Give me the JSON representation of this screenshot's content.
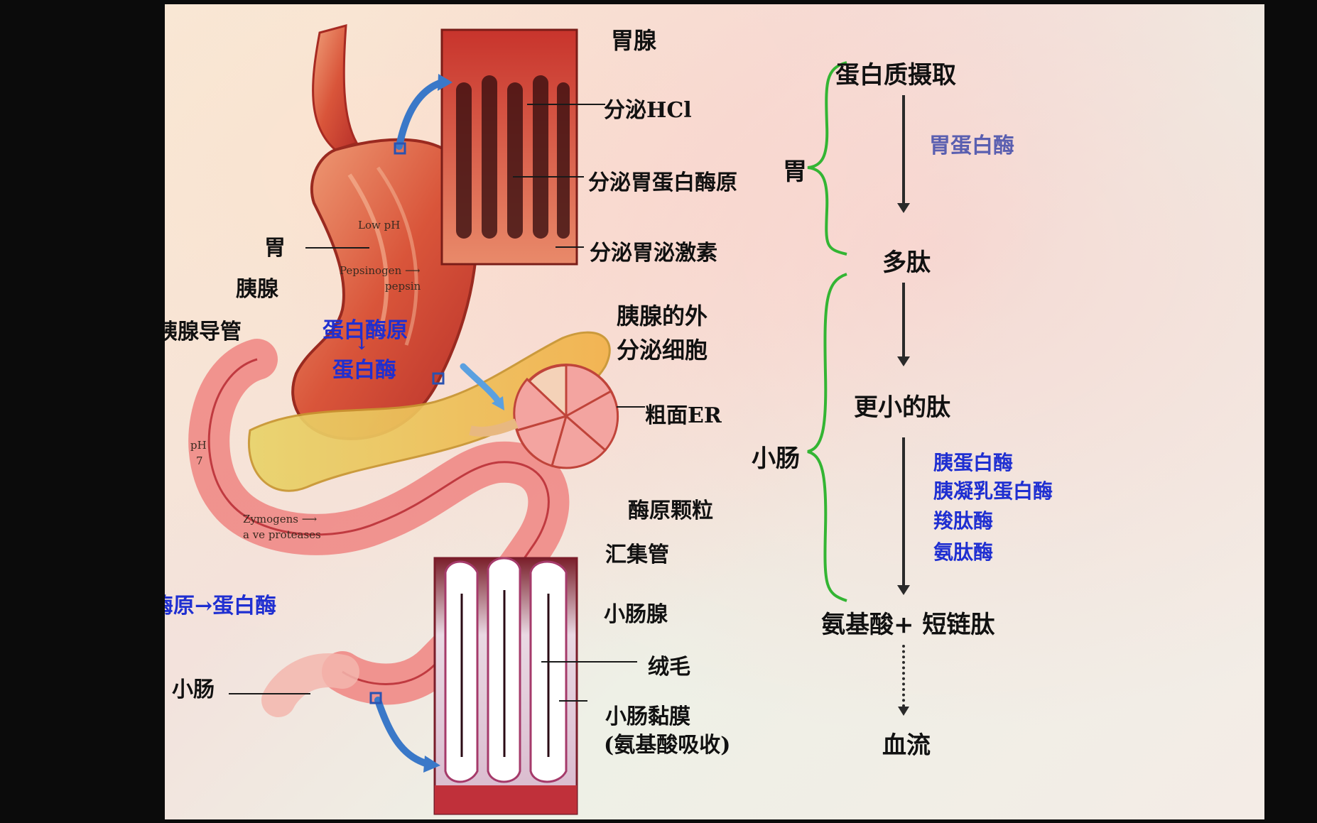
{
  "diagram": {
    "gland_title": "胃腺",
    "secretes_hcl": "分泌HCl",
    "secretes_pepsinogen": "分泌胃蛋白酶原",
    "secretes_gastrin": "分泌胃泌激素",
    "stomach": "胃",
    "pancreas": "胰腺",
    "pancreatic_duct": "胰腺导管",
    "low_ph": "Low pH",
    "pepsinogen_line1": "Pepsinogen ⟶",
    "pepsinogen_line2": "pepsin",
    "proenzyme": "蛋白酶原",
    "down_arrow": "↓",
    "protease": "蛋白酶",
    "ph": "pH",
    "ph_value": "7",
    "zymogens_line1": "Zymogens ⟶",
    "zymogens_line2": "a   ve proteases",
    "zymogen_to_protease": "酶原→蛋白酶",
    "exocrine_line1": "胰腺的外",
    "exocrine_line2": "分泌细胞",
    "rough_er": "粗面ER",
    "zymogen_granule": "酶原颗粒",
    "collecting_duct": "汇集管",
    "intestinal_gland": "小肠腺",
    "villi": "绒毛",
    "mucosa_line1": "小肠黏膜",
    "mucosa_line2": "(氨基酸吸收)",
    "small_intestine": "小肠"
  },
  "flow": {
    "steps": [
      "蛋白质摄取",
      "多肽",
      "更小的肽",
      "氨基酸+  短链肽",
      "血流"
    ],
    "stomach_enzyme": "胃蛋白酶",
    "intestine_enzymes": [
      "胰蛋白酶",
      "胰凝乳蛋白酶",
      "羧肽酶",
      "氨肽酶"
    ],
    "brace_stomach": "胃",
    "brace_intestine": "小肠"
  },
  "colors": {
    "blue_text": "#1f2fd1",
    "slate_text": "#5a5fb0",
    "brace_green": "#33b533",
    "tissue_red": "#c8322a"
  }
}
